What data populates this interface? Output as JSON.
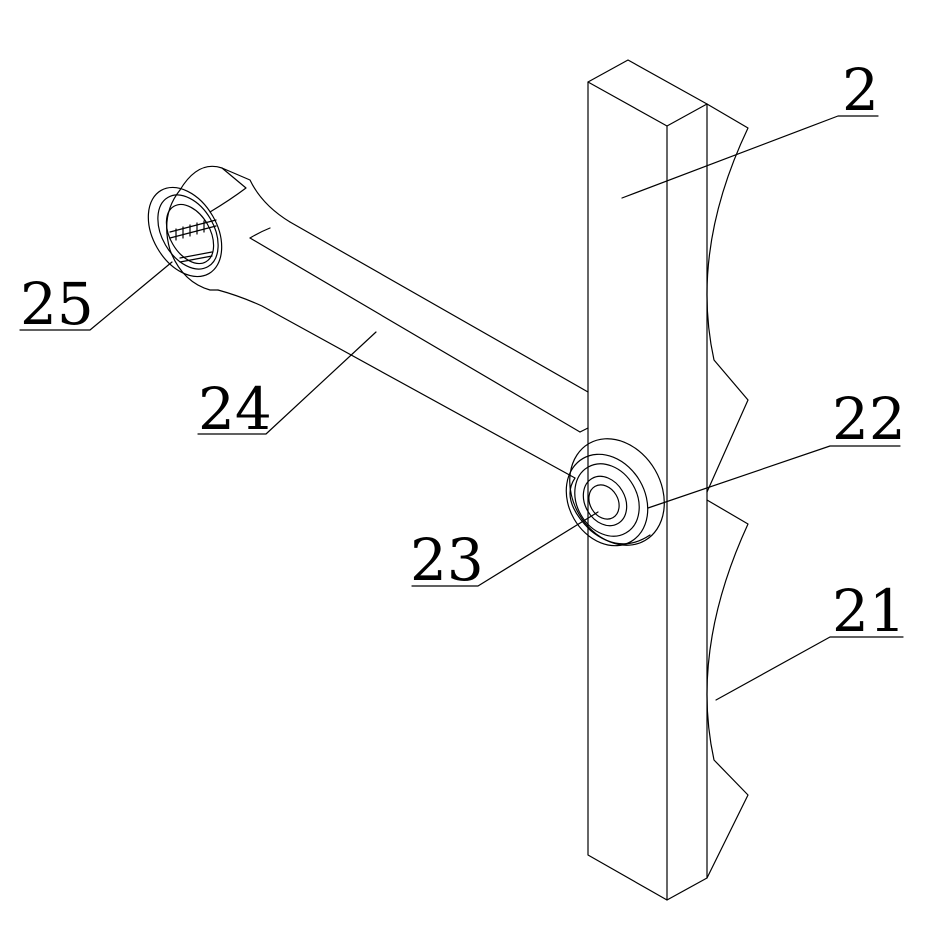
{
  "labels": {
    "part_2": "2",
    "part_21": "21",
    "part_22": "22",
    "part_23": "23",
    "part_24": "24",
    "part_25": "25"
  },
  "colors": {
    "line": "#000000",
    "background": "#ffffff"
  }
}
